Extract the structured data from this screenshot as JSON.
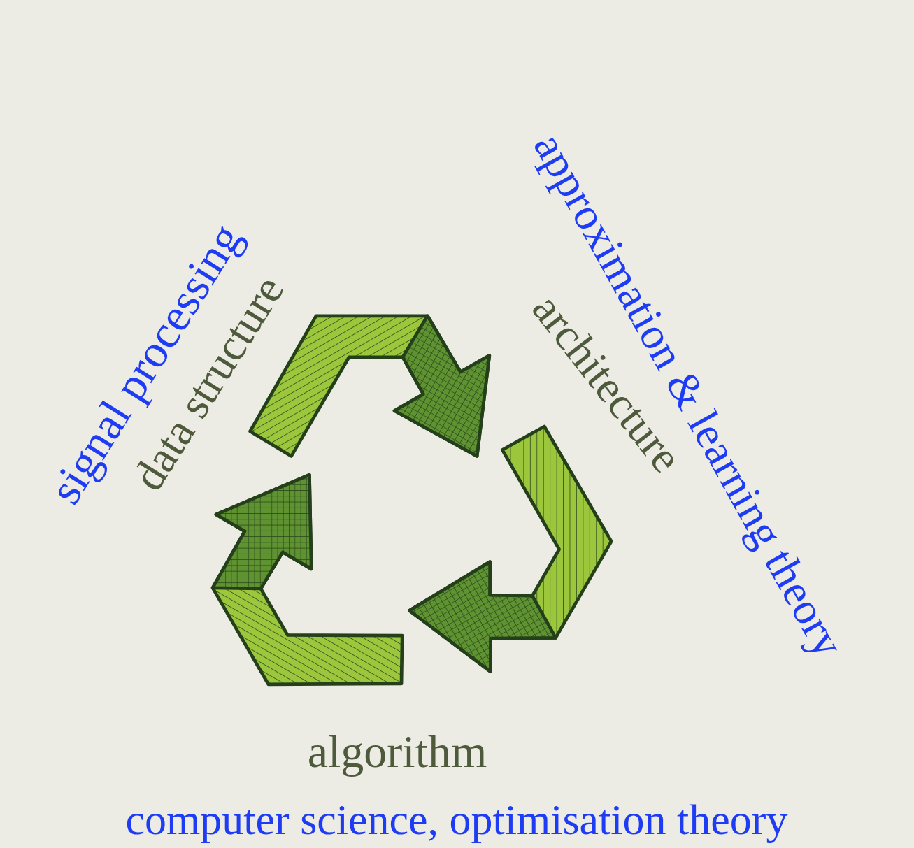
{
  "diagram": {
    "labels": [
      "approximation & learning theory",
      "signal processing",
      "data structure",
      "architecture",
      "algorithm",
      "computer science, optimisation theory"
    ]
  }
}
